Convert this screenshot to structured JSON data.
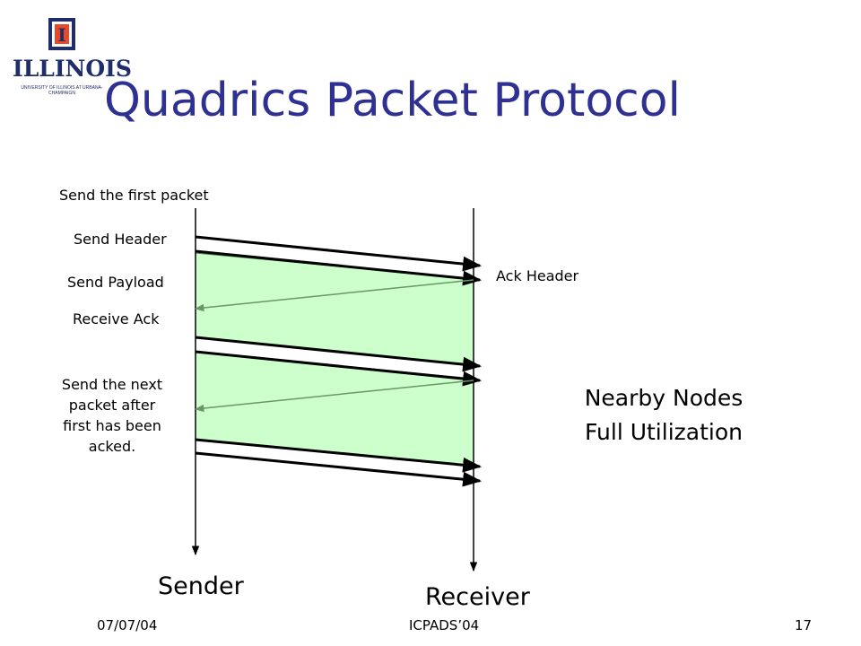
{
  "logo": {
    "name": "ILLINOIS",
    "subtitle": "UNIVERSITY OF ILLINOIS AT URBANA-CHAMPAIGN",
    "block_letter": "I"
  },
  "title": "Quadrics Packet Protocol",
  "labels": {
    "send_first_packet": "Send the first packet",
    "send_header": "Send Header",
    "send_payload": "Send Payload",
    "receive_ack": "Receive Ack",
    "ack_header": "Ack Header",
    "send_next": [
      "Send the next",
      "packet after",
      "first has been",
      "acked."
    ]
  },
  "note": [
    "Nearby Nodes",
    "Full Utilization"
  ],
  "endpoints": {
    "sender": "Sender",
    "receiver": "Receiver"
  },
  "footer": {
    "date": "07/07/04",
    "venue": "ICPADS’04",
    "page": "17"
  },
  "colors": {
    "title": "#2e3192",
    "payload_fill": "#ccffcc",
    "ack_line": "#669966"
  }
}
